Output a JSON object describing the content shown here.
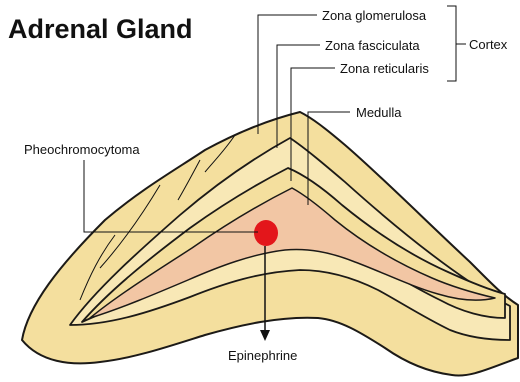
{
  "title": "Adrenal Gland",
  "labels": {
    "zona_glomerulosa": "Zona glomerulosa",
    "zona_fasciculata": "Zona fasciculata",
    "zona_reticularis": "Zona reticularis",
    "cortex": "Cortex",
    "medulla": "Medulla",
    "pheochromocytoma": "Pheochromocytoma",
    "epinephrine": "Epinephrine"
  },
  "colors": {
    "outer_cortex": "#f4df9e",
    "inner_cortex": "#f8e8b6",
    "medulla": "#f2c6a4",
    "tumor": "#e3161b",
    "outline": "#1c1a17"
  }
}
